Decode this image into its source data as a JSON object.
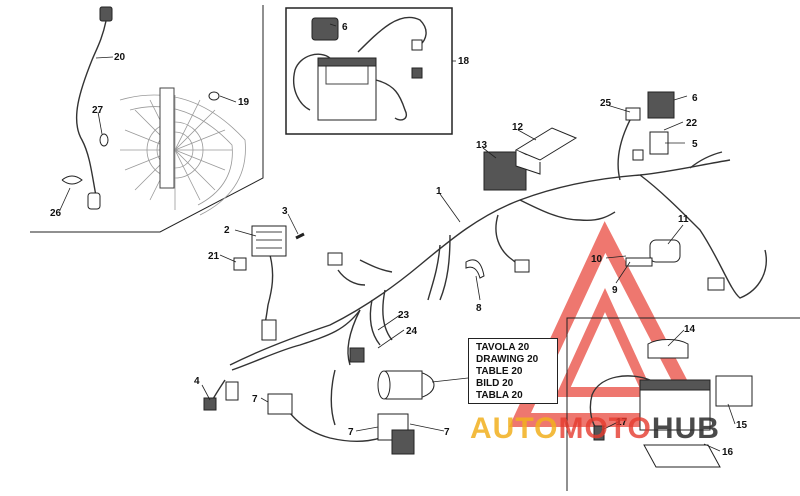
{
  "reference_table": {
    "lines": [
      "TAVOLA 20",
      "DRAWING 20",
      "TABLE 20",
      "BILD 20",
      "TABLA 20"
    ]
  },
  "callouts": [
    "1",
    "2",
    "3",
    "4",
    "5",
    "6",
    "6",
    "7",
    "7",
    "7",
    "8",
    "10",
    "9",
    "11",
    "12",
    "13",
    "14",
    "15",
    "16",
    "17",
    "18",
    "19",
    "20",
    "21",
    "22",
    "23",
    "24",
    "25",
    "26",
    "27"
  ],
  "watermark": {
    "part1": "AUTO",
    "part2": "MOTO",
    "part3": "HUB",
    "colors": {
      "auto": "#f2b01e",
      "moto": "#e63a2e",
      "hub": "#2b2b2b",
      "triangle": "#e94a3f"
    }
  }
}
